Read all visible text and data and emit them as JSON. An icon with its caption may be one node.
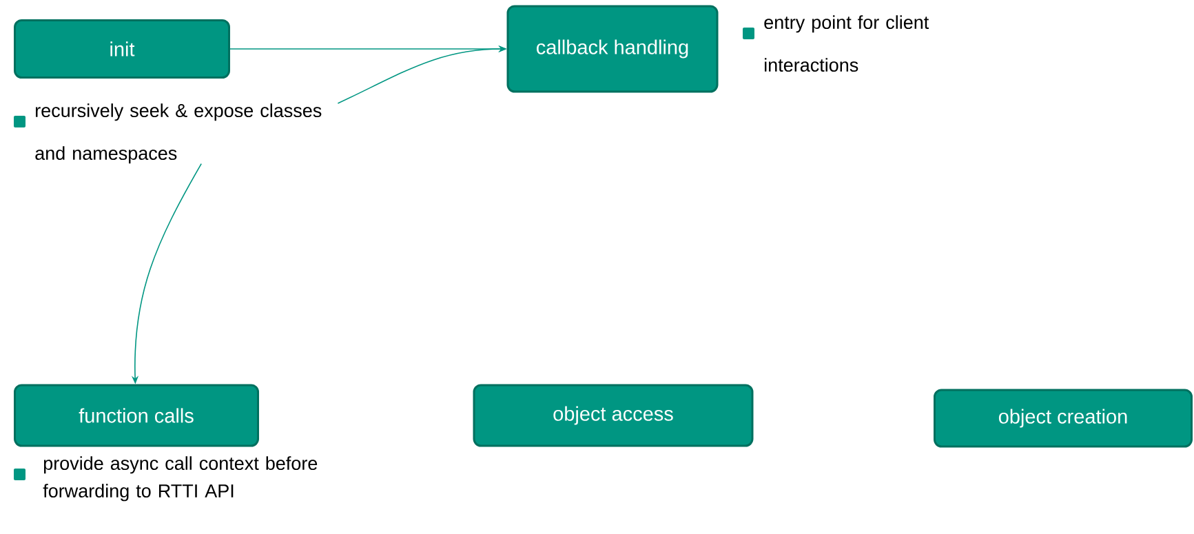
{
  "diagram": {
    "nodes": [
      {
        "text": [
          "init"
        ]
      },
      {
        "text": [
          "callback handling"
        ],
        "beside": [
          "entry point for client interactions"
        ]
      },
      {
        "text": [
          "recursively seek & expose classes and namespaces"
        ]
      },
      {
        "text": [
          "function calls"
        ],
        "beside": [
          "provide async call context before forwarding to RTTI API"
        ]
      },
      {
        "text": [
          "object access"
        ]
      },
      {
        "text": [
          "object creation"
        ]
      }
    ],
    "edges": [
      {
        "from": 0,
        "to": 1,
        "arrow": "to"
      },
      {
        "from": 2,
        "to": 1,
        "arrow": "to"
      },
      {
        "from": 2,
        "to": 3,
        "arrow": "to"
      }
    ]
  }
}
